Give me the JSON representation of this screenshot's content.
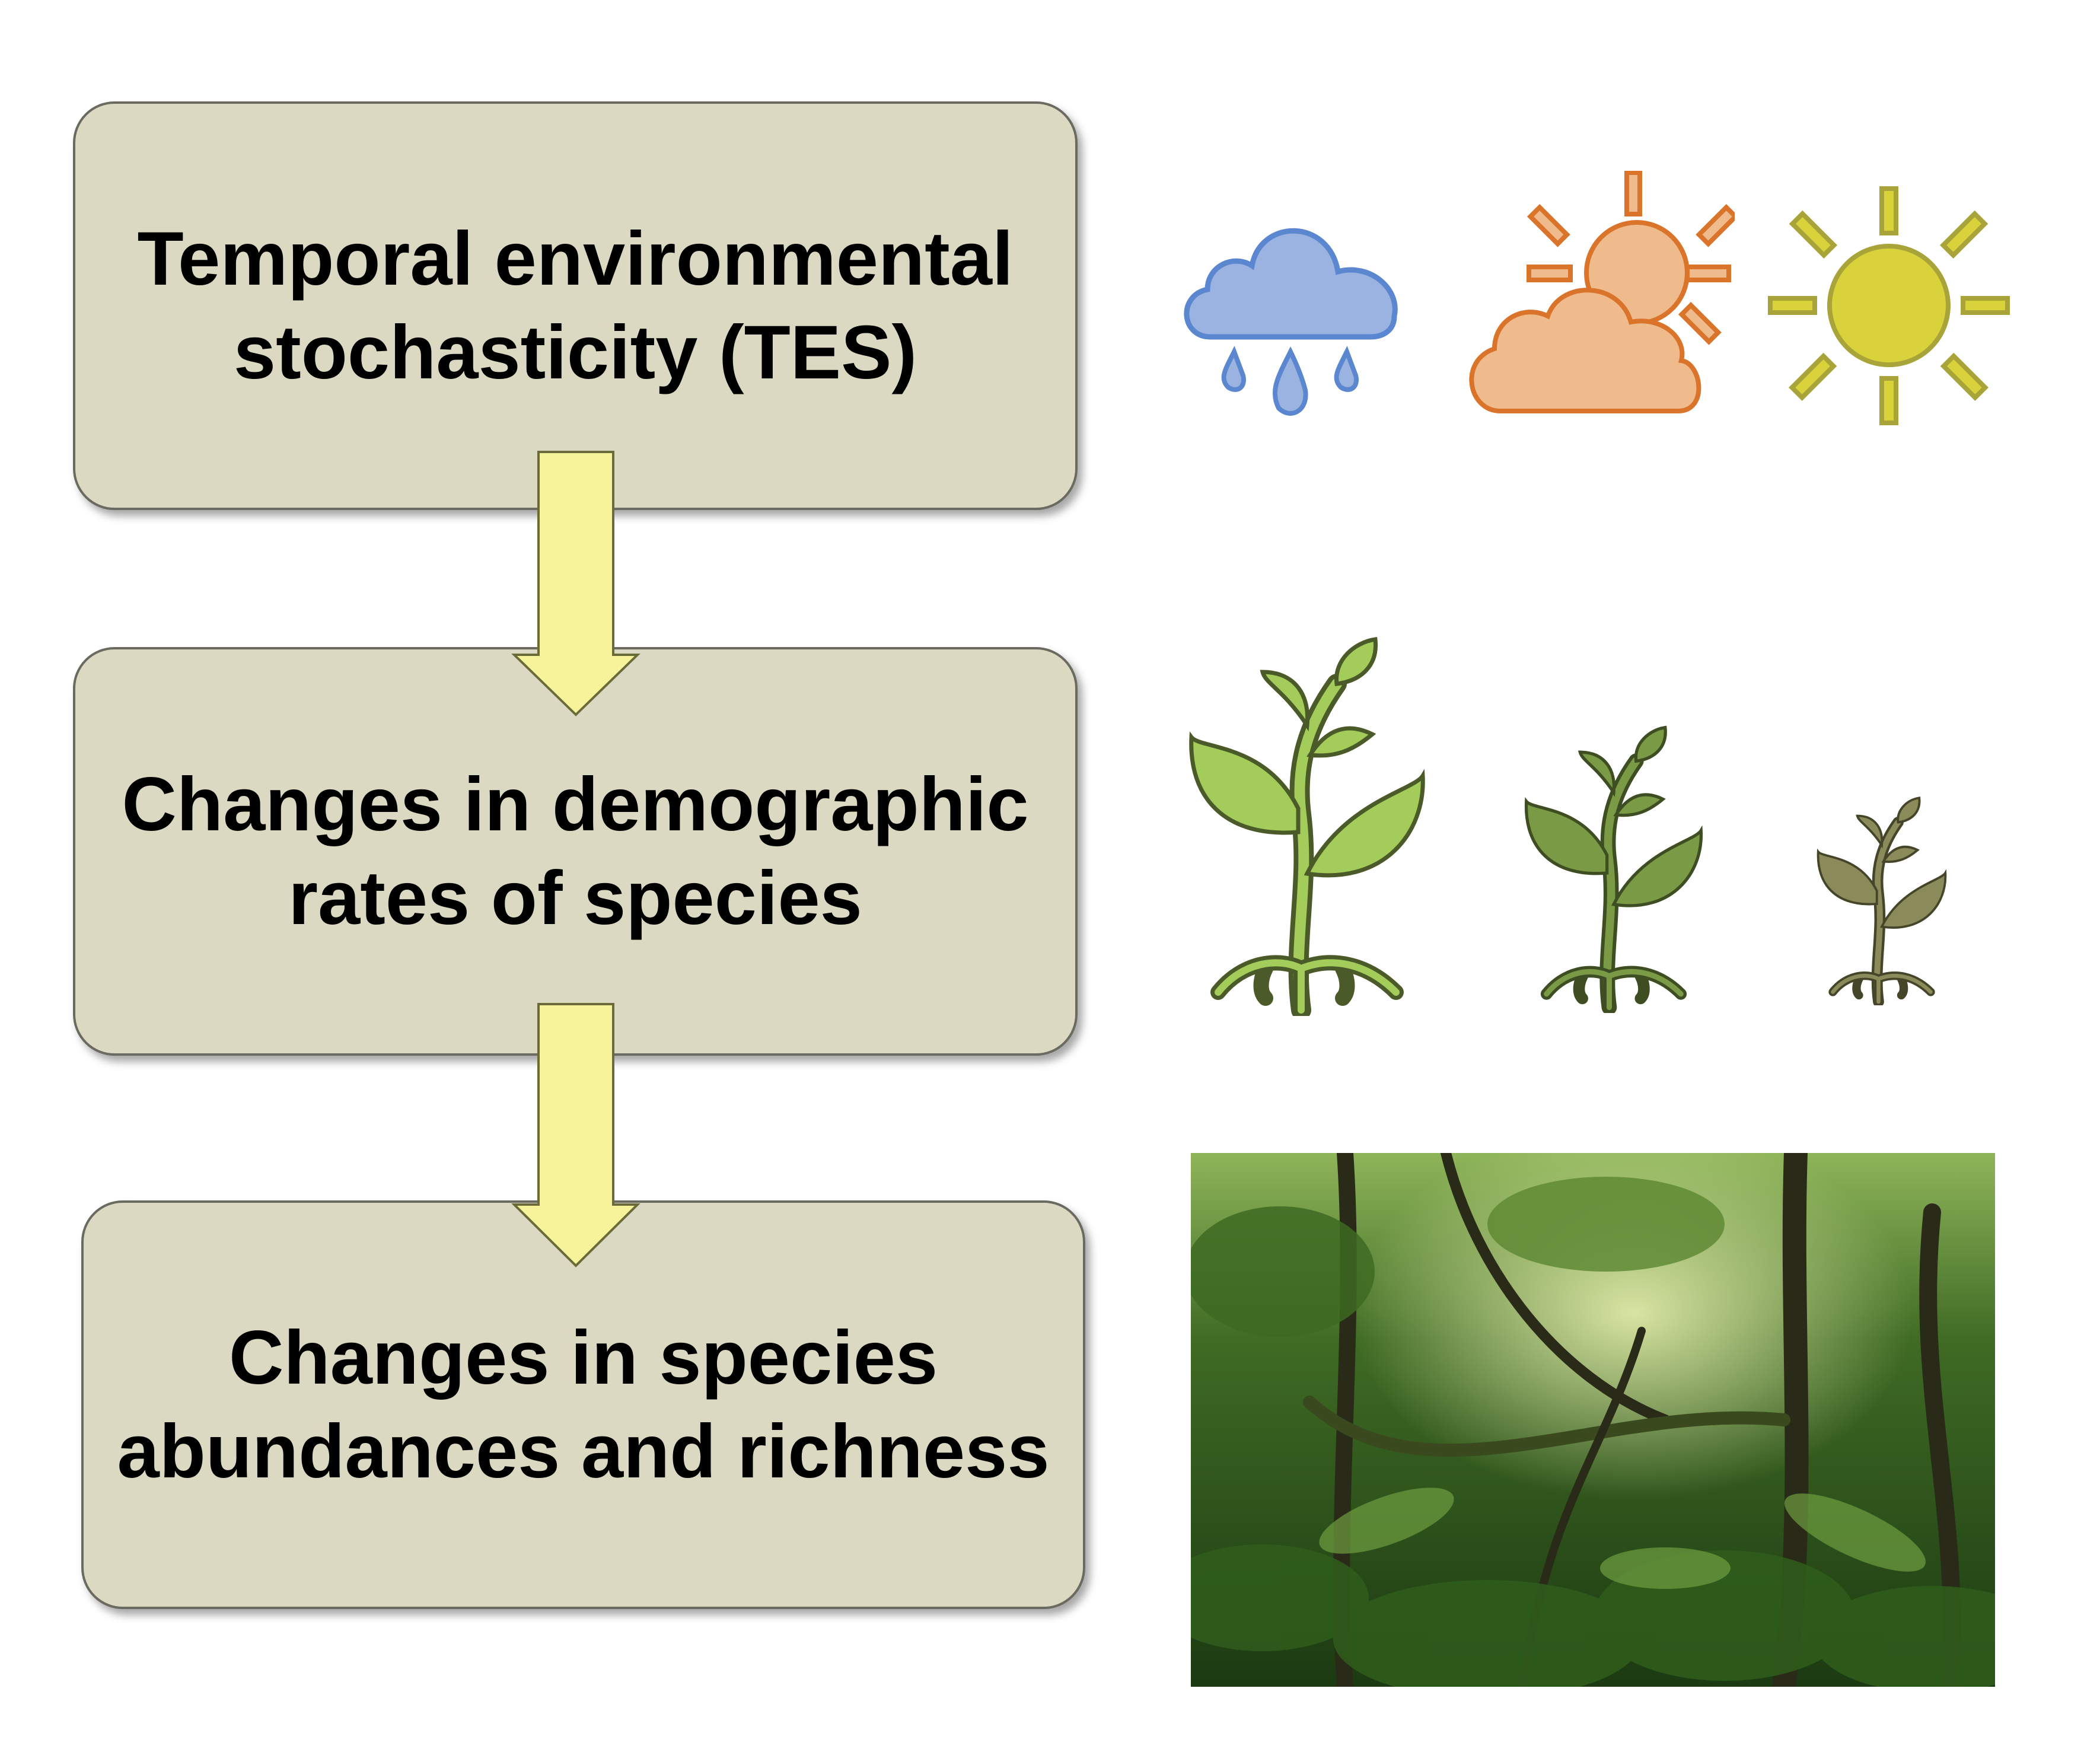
{
  "flow": {
    "step1": "Temporal environmental\nstochasticity (TES)",
    "step2": "Changes in demographic\nrates of species",
    "step3": "Changes in species\nabundances and richness"
  },
  "icons": [
    "rain-cloud-icon",
    "partly-sunny-icon",
    "sun-icon",
    "large-plant-icon",
    "medium-plant-icon",
    "small-plant-icon"
  ],
  "colors": {
    "box": "#dcd9c3",
    "arrow": "#f7f39a",
    "rain": "#9ab3e0",
    "partly": "#f0bb8c",
    "sun": "#d9d23a",
    "plant_large": "#a3cc5a",
    "plant_medium": "#7a9a45",
    "plant_small": "#8a8a5a"
  }
}
